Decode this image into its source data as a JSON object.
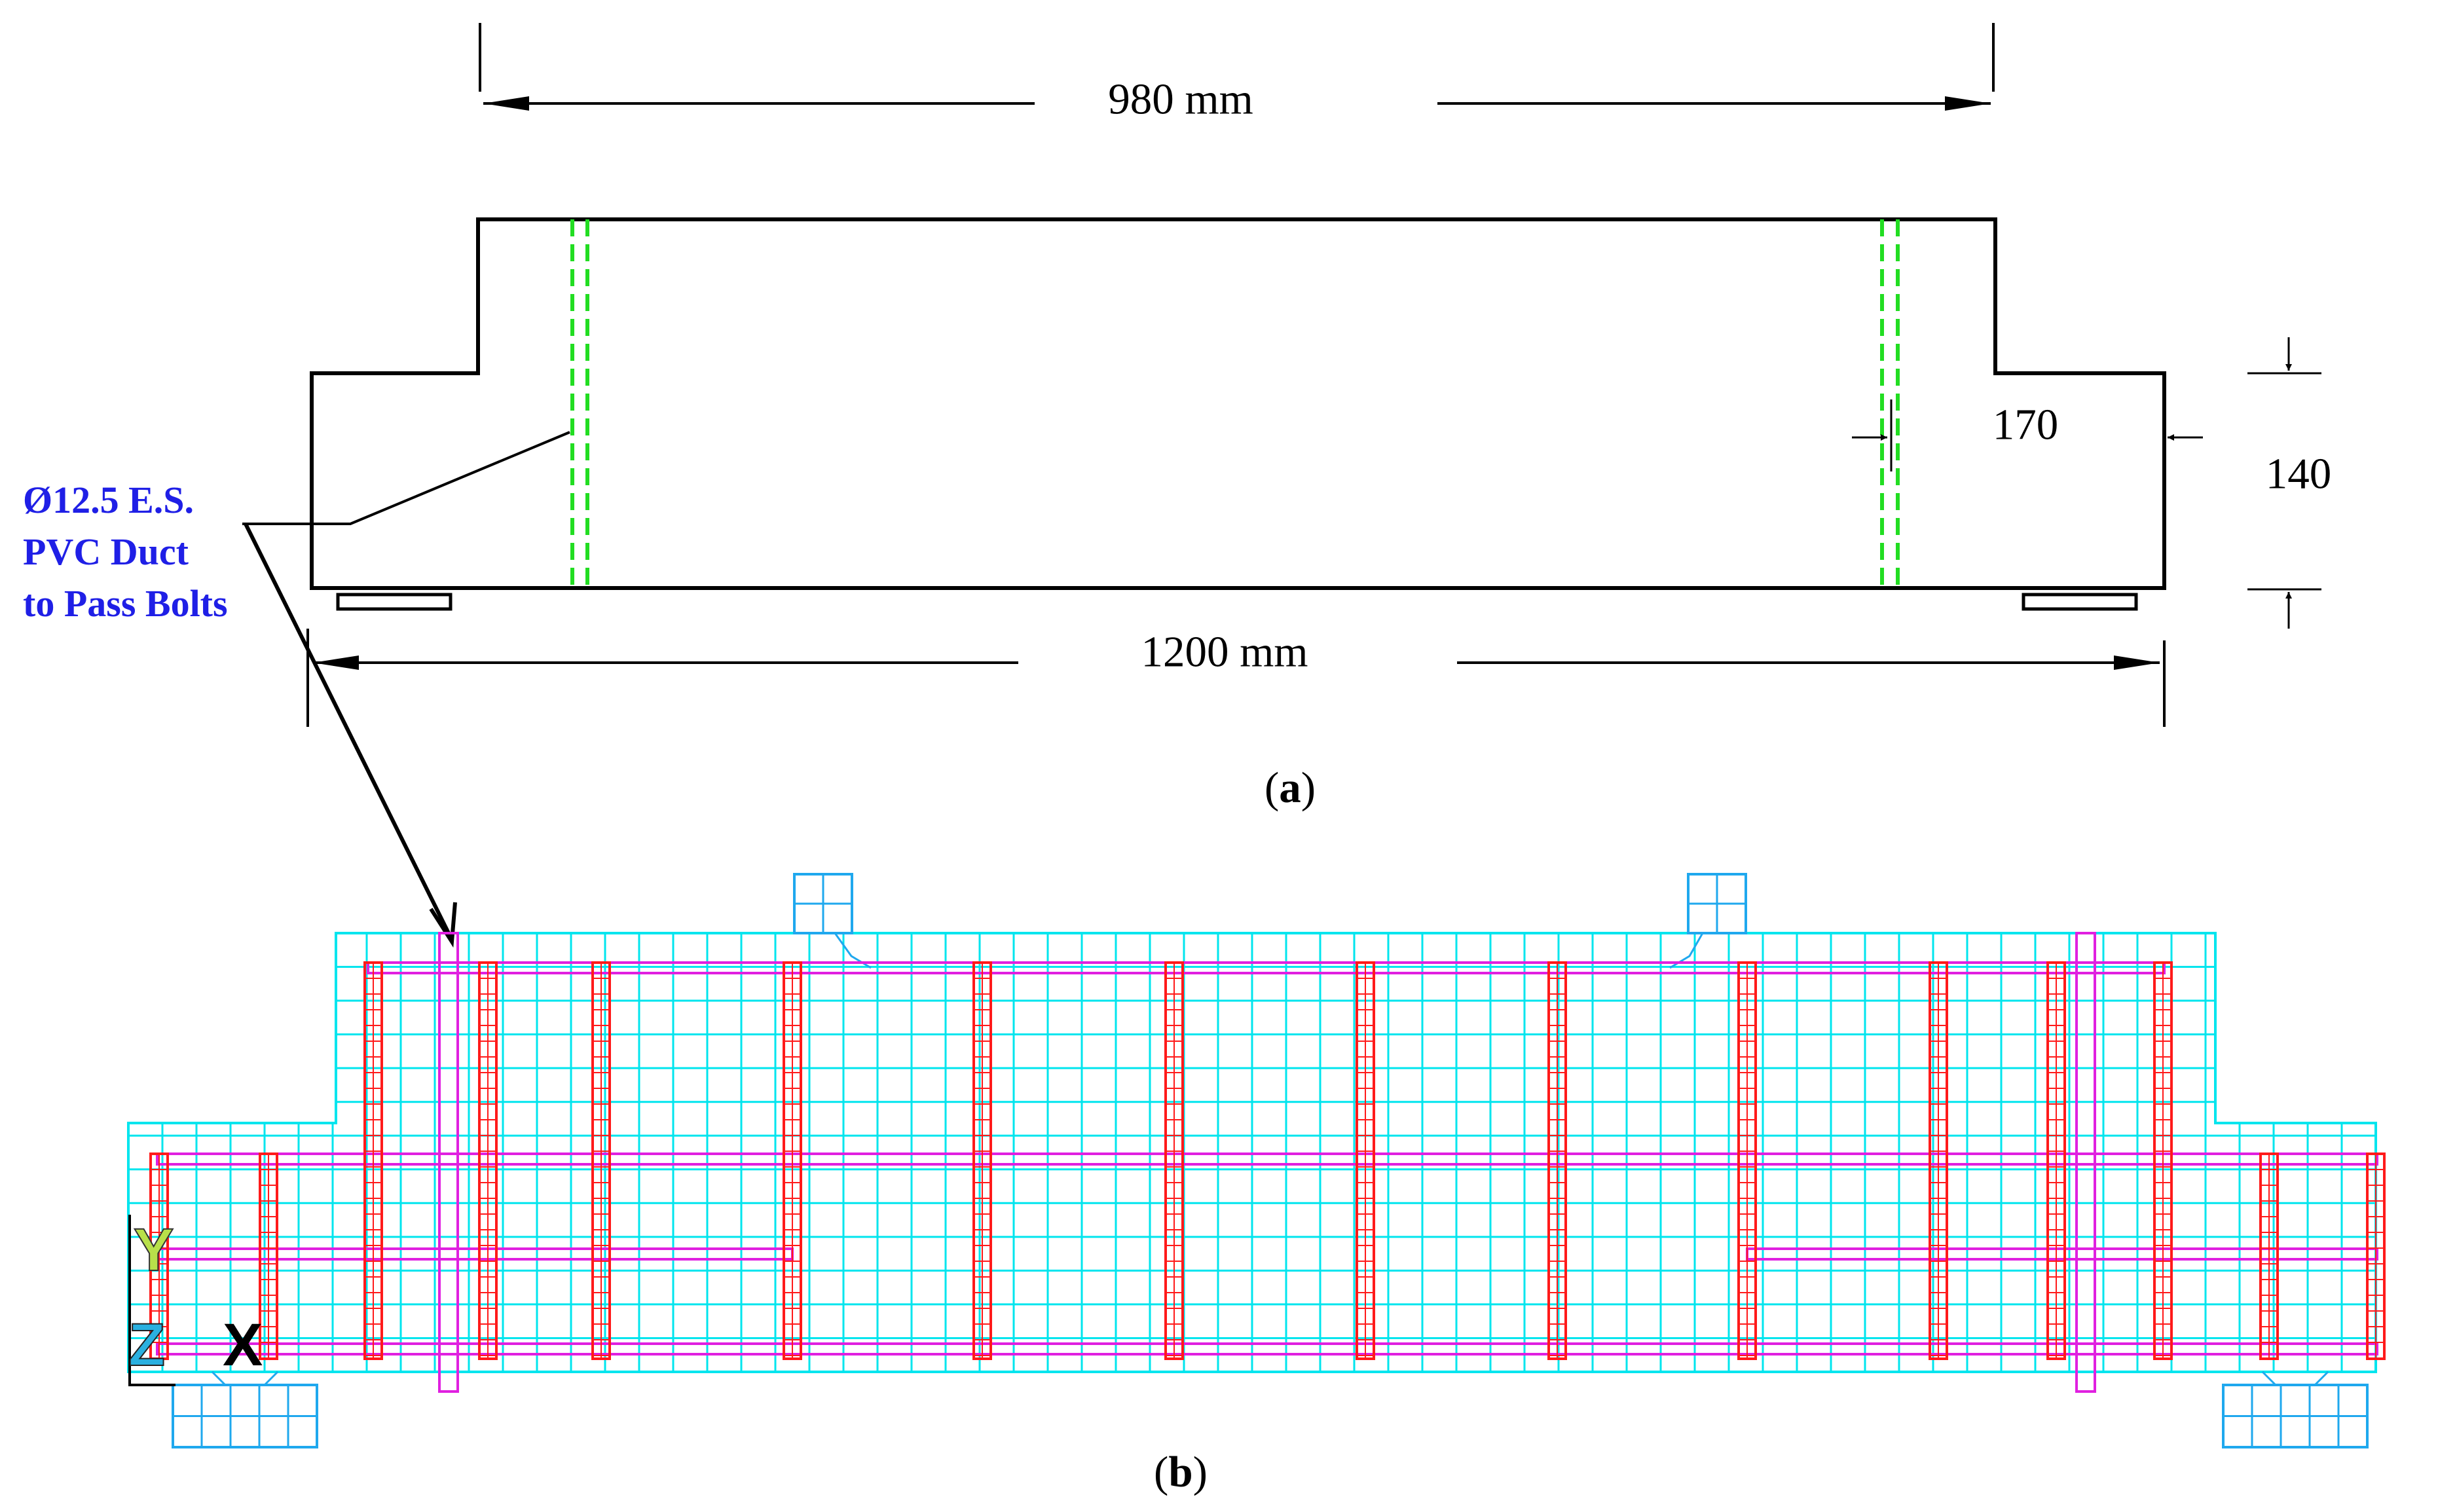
{
  "figure": {
    "colors": {
      "outline": "#000000",
      "duct": "#22dd22",
      "note": "#1f1fe6",
      "mesh": "#00e5ee",
      "mesh_support": "#1fa8ee",
      "stirrup": "#ff1a1a",
      "longitudinal": "#e020e0",
      "axis_y": "#b8e04a",
      "axis_z": "#2ab0e0",
      "axis_x": "#000000"
    },
    "panel_a": {
      "dim_top": "980 mm",
      "dim_bottom": "1200 mm",
      "dim_step": "170",
      "dim_height": "140",
      "note_lines": [
        "Ø12.5 E.S.",
        "PVC Duct",
        "to Pass Bolts"
      ],
      "caption_open": "(",
      "caption_letter": "a",
      "caption_close": ")"
    },
    "panel_b": {
      "axis_y": "Y",
      "axis_z": "Z",
      "axis_x": "X",
      "caption_open": "(",
      "caption_letter": "b",
      "caption_close": ")"
    }
  }
}
